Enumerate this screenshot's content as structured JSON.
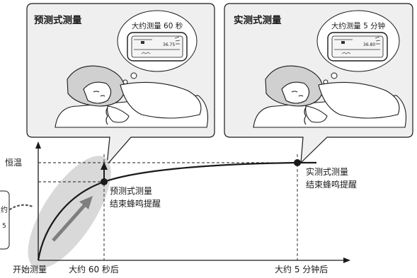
{
  "panels": [
    {
      "title": "预测式测量",
      "thought": "大约测量 60 秒",
      "readout": "36.75"
    },
    {
      "title": "实测式测量",
      "thought": "大约测量 5 分钟",
      "readout": "36.80"
    }
  ],
  "graph": {
    "y_label": "恒温",
    "x_labels": {
      "start": "开始测量",
      "predict": "大约 60 秒后",
      "actual": "大约 5 分钟后"
    },
    "predict_note": [
      "预测式测量",
      "结束蜂鸣提醒"
    ],
    "actual_note": [
      "实测式测量",
      "结束蜂鸣提醒"
    ],
    "side_note": [
      "约",
      "5"
    ]
  },
  "colors": {
    "ink": "#1a1a1a",
    "panel_fill": "#efefef",
    "ellipse_fill": "#d9d9d9",
    "arrow": "#7f7f7f"
  }
}
